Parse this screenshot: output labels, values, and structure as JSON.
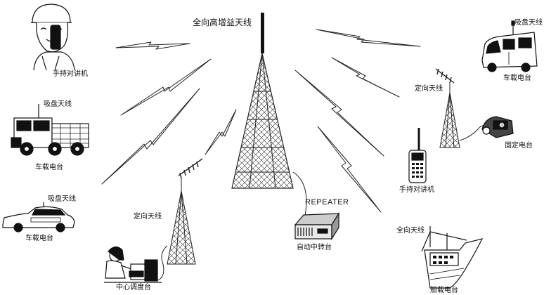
{
  "labels": {
    "main_antenna": "全向高增益天线",
    "handheld_left": "手持对讲机",
    "suction_antenna_firetruck": "吸盘天线",
    "vehicle_radio_firetruck": "车载电台",
    "suction_antenna_policecar": "吸盘天线",
    "vehicle_radio_policecar": "车载电台",
    "directional_antenna_left": "定向天线",
    "dispatch_console": "中心调度台",
    "repeater_en": "REPEATER",
    "auto_repeater": "自动中转台",
    "suction_antenna_ambulance": "吸盘天线",
    "vehicle_radio_ambulance": "车载电台",
    "directional_antenna_right": "定向天线",
    "fixed_radio": "固定电台",
    "handheld_right": "手持对讲机",
    "omni_antenna_ship": "全向天线",
    "ship_radio": "船载电台"
  },
  "colors": {
    "line": "#222222",
    "bolt_fill": "#ffffff",
    "dark": "#111111",
    "panel": "#e8e8e8"
  },
  "icons": [
    "person-phone-icon",
    "fire-truck-icon",
    "police-car-icon",
    "dispatcher-icon",
    "lattice-tower-icon",
    "repeater-icon",
    "ambulance-icon",
    "base-radio-icon",
    "handheld-radio-icon",
    "ship-icon",
    "lightning-bolt-icon"
  ]
}
